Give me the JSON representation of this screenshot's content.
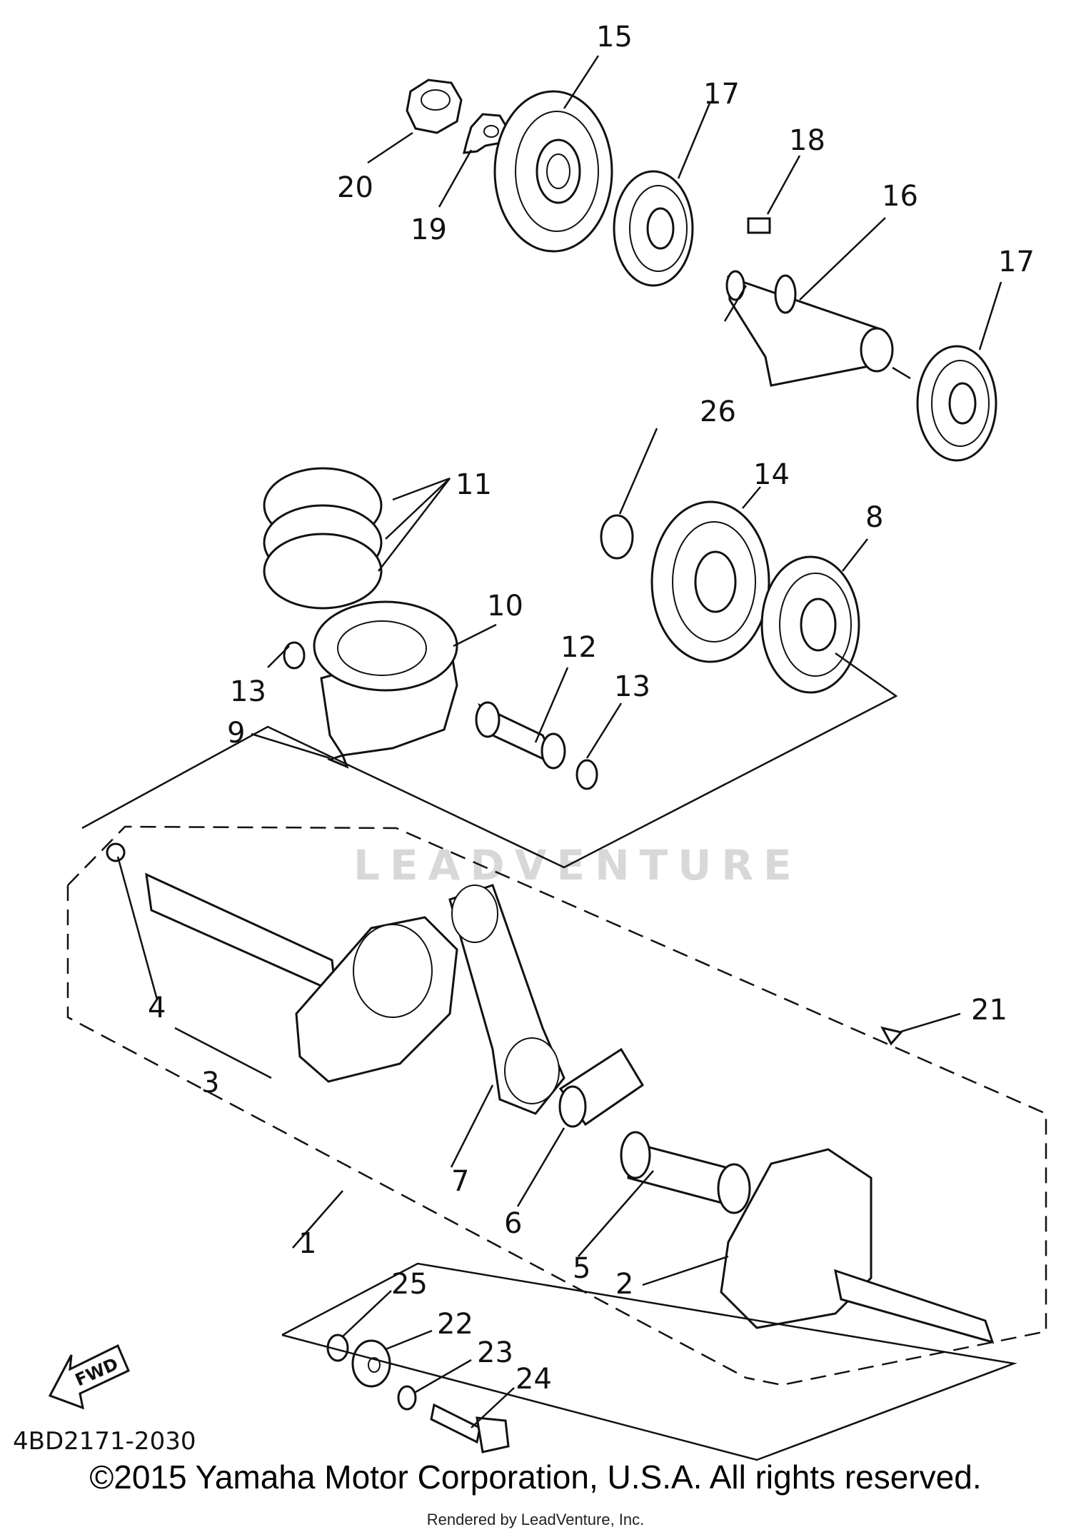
{
  "diagram": {
    "part_code": "4BD2171-2030",
    "fwd_label": "FWD",
    "watermark": "LEADVENTURE",
    "copyright": "©2015 Yamaha Motor Corporation, U.S.A. All rights reserved.",
    "rendered_by": "Rendered by LeadVenture, Inc.",
    "callouts": [
      "1",
      "2",
      "3",
      "4",
      "5",
      "6",
      "7",
      "8",
      "9",
      "10",
      "11",
      "12",
      "13",
      "13",
      "14",
      "15",
      "16",
      "17",
      "17",
      "18",
      "19",
      "20",
      "21",
      "22",
      "23",
      "24",
      "25",
      "26"
    ]
  }
}
